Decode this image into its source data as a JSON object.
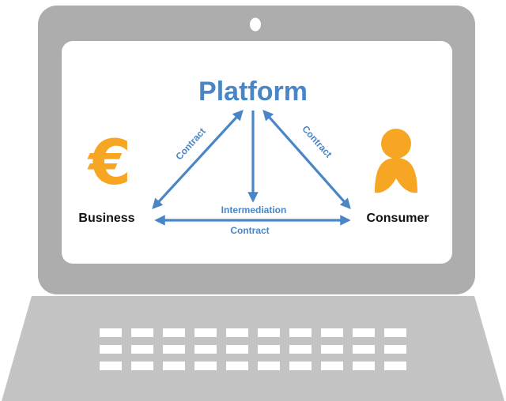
{
  "diagram": {
    "title": "Platform",
    "nodes": {
      "business": {
        "label": "Business",
        "symbol": "€"
      },
      "consumer": {
        "label": "Consumer"
      }
    },
    "edges": {
      "left_contract": "Contract",
      "right_contract": "Contract",
      "intermediation": "Intermediation",
      "bottom_contract": "Contract"
    }
  },
  "colors": {
    "accent_blue": "#4a86c5",
    "accent_orange": "#f6a623",
    "laptop_frame": "#adadad",
    "laptop_base": "#c4c4c4",
    "key": "#ffffff",
    "text_dark": "#111111"
  },
  "icons": {
    "webcam": "webcam-icon",
    "euro": "euro-icon",
    "person": "person-icon"
  }
}
